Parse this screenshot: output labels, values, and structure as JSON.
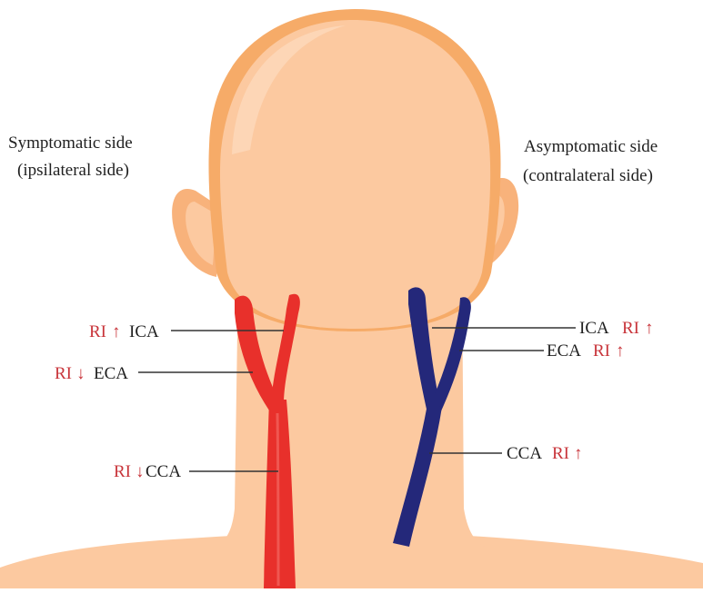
{
  "left_side": {
    "line1": "Symptomatic side",
    "line2": "(ipsilateral side)",
    "vessel_color": "#e8302b",
    "labels": [
      {
        "vessel": "ICA",
        "ri": "RI",
        "arrow": "↑"
      },
      {
        "vessel": "ECA",
        "ri": "RI",
        "arrow": "↓"
      },
      {
        "vessel": "CCA",
        "ri": "RI",
        "arrow": "↓"
      }
    ]
  },
  "right_side": {
    "line1": "Asymptomatic side",
    "line2": "(contralateral side)",
    "vessel_color": "#24287a",
    "labels": [
      {
        "vessel": "ICA",
        "ri": "RI",
        "arrow": "↑"
      },
      {
        "vessel": "ECA",
        "ri": "RI",
        "arrow": "↑"
      },
      {
        "vessel": "CCA",
        "ri": "RI",
        "arrow": "↑"
      }
    ]
  },
  "colors": {
    "skin": "#fcc9a0",
    "skin_shadow": "#f4a65f",
    "ri_text": "#c8343a"
  }
}
